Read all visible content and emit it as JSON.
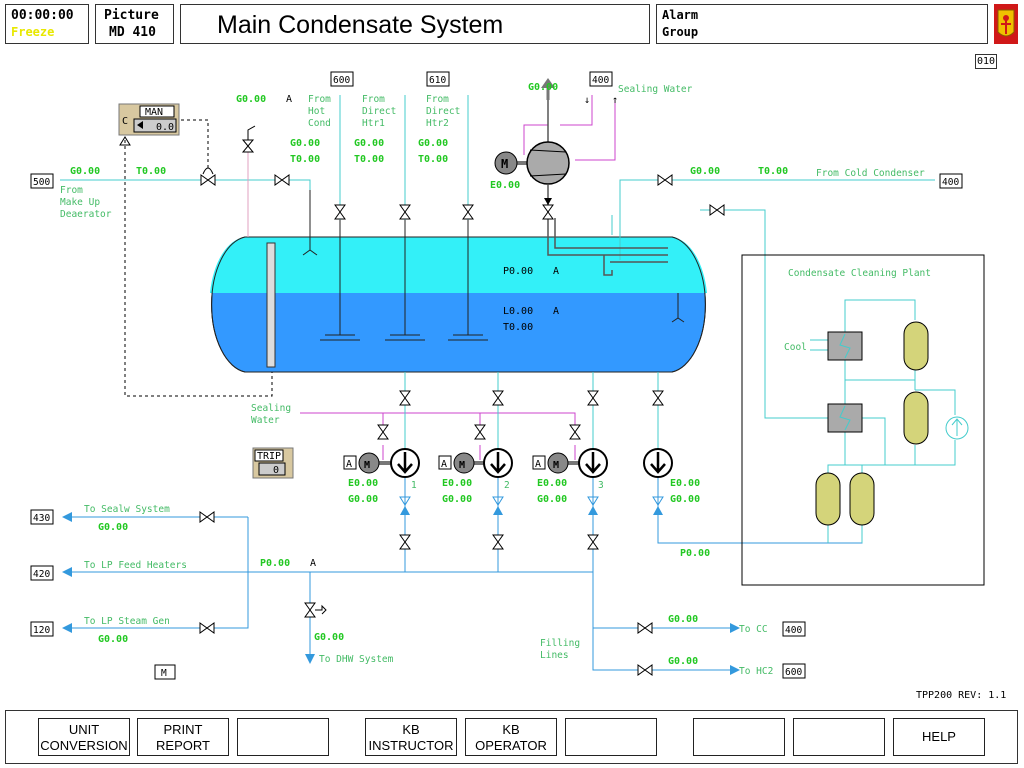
{
  "header": {
    "time": "00:00:00",
    "freeze": "Freeze",
    "picture_label": "Picture",
    "picture_id": "MD 410",
    "title": "Main Condensate System",
    "alarm_line1": "Alarm",
    "alarm_line2": "Group",
    "page_ref": "010"
  },
  "refs": {
    "r500": "500",
    "r600": "600",
    "r610": "610",
    "r400a": "400",
    "r400b": "400",
    "r430": "430",
    "r420": "420",
    "r120": "120",
    "r400cc": "400",
    "r600hc": "600"
  },
  "labels": {
    "from_make_up": [
      "From",
      "Make Up",
      "Deaerator"
    ],
    "from_hot_cond": [
      "From",
      "Hot",
      "Cond"
    ],
    "from_direct_htr1": [
      "From",
      "Direct",
      "Htr1"
    ],
    "from_direct_htr2": [
      "From",
      "Direct",
      "Htr2"
    ],
    "sealing_water_top": "Sealing Water",
    "from_cold_condenser": "From Cold Condenser",
    "condensate_cleaning_plant": "Condensate Cleaning Plant",
    "cool": "Cool",
    "sealing_water_left": [
      "Sealing",
      "Water"
    ],
    "to_sealw_system": "To Sealw System",
    "to_lp_feed_heaters": "To LP Feed Heaters",
    "to_lp_steam_gen": "To LP Steam Gen",
    "to_dhw_system": "To DHW System",
    "filling_lines": [
      "Filling",
      "Lines"
    ],
    "to_cc": "To CC",
    "to_hc2": "To HC2",
    "pump1": "1",
    "pump2": "2",
    "pump3": "3",
    "motor": "M",
    "auto": "A"
  },
  "values": {
    "g_makeup": "G0.00",
    "t_makeup": "T0.00",
    "g_valve_top": "G0.00",
    "a_valve_top": "A",
    "g_hot": "G0.00",
    "t_hot": "T0.00",
    "g_htr1": "G0.00",
    "t_htr1": "T0.00",
    "g_htr2": "G0.00",
    "t_htr2": "T0.00",
    "g_seal": "G0.00",
    "e_comp": "E0.00",
    "g_cold": "G0.00",
    "t_cold": "T0.00",
    "p_tank": "P0.00",
    "p_tank_a": "A",
    "l_tank": "L0.00",
    "l_tank_a": "A",
    "t_tank": "T0.00",
    "e_p1": "E0.00",
    "g_p1": "G0.00",
    "e_p2": "E0.00",
    "g_p2": "G0.00",
    "e_p3": "E0.00",
    "g_p3": "G0.00",
    "e_p4": "E0.00",
    "g_p4": "G0.00",
    "p_return": "P0.00",
    "g_sealw": "G0.00",
    "p_feed": "P0.00",
    "p_feed_a": "A",
    "g_steamgen": "G0.00",
    "g_dhw": "G0.00",
    "g_cc": "G0.00",
    "g_hc2": "G0.00"
  },
  "controller": {
    "mode": "MAN",
    "type": "C",
    "value": "0.0"
  },
  "trip": {
    "label": "TRIP",
    "value": "0"
  },
  "m_button": "M",
  "revision": "TPP200  REV: 1.1",
  "function_keys": [
    "UNIT\nCONVERSION",
    "PRINT\nREPORT",
    "",
    "KB\nINSTRUCTOR",
    "KB\nOPERATOR",
    "",
    "",
    "",
    "HELP"
  ],
  "colors": {
    "tank_vapor": "#33f0f8",
    "tank_liquid": "#3399ff",
    "pipe_cyan": "#44cccc",
    "pipe_blue": "#3399dd",
    "pipe_magenta": "#cc44cc",
    "value_green": "#22c822",
    "filter_yellow": "#d4d47a"
  }
}
